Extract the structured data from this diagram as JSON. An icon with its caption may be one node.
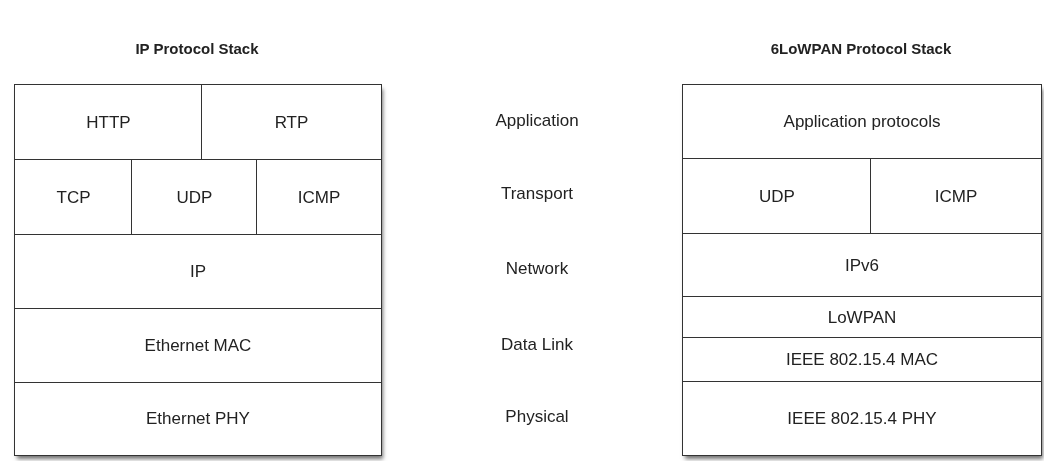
{
  "diagram": {
    "nodes": [
      {
        "text": [
          "IP Protocol Stack"
        ]
      },
      {
        "text": [
          "HTTP"
        ],
        "in": 0
      },
      {
        "text": [
          "RTP"
        ],
        "in": 0
      },
      {
        "text": [
          "TCP"
        ],
        "in": 0
      },
      {
        "text": [
          "UDP"
        ],
        "in": 0
      },
      {
        "text": [
          "ICMP"
        ],
        "in": 0
      },
      {
        "text": [
          "IP"
        ],
        "in": 0
      },
      {
        "text": [
          "Ethernet MAC"
        ],
        "in": 0
      },
      {
        "text": [
          "Ethernet PHY"
        ],
        "in": 0
      },
      {
        "text": [
          "6LoWPAN Protocol Stack"
        ]
      },
      {
        "text": [
          "Application protocols"
        ],
        "in": 9
      },
      {
        "text": [
          "UDP"
        ],
        "in": 9
      },
      {
        "text": [
          "ICMP"
        ],
        "in": 9
      },
      {
        "text": [
          "IPv6"
        ],
        "in": 9
      },
      {
        "text": [
          "LoWPAN"
        ],
        "in": 9
      },
      {
        "text": [
          "IEEE 802.15.4 MAC"
        ],
        "in": 9
      },
      {
        "text": [
          "IEEE 802.15.4 PHY"
        ],
        "in": 9
      }
    ],
    "labels": [
      "Application",
      "Transport",
      "Network",
      "Data Link",
      "Physical"
    ]
  }
}
